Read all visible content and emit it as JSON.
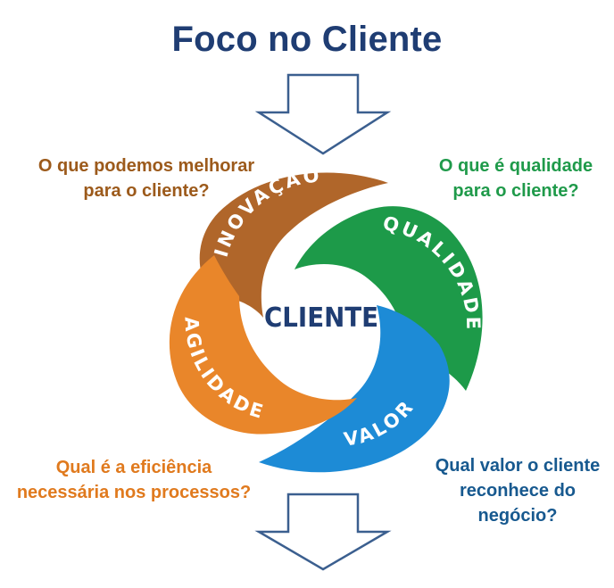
{
  "title": "Foco no Cliente",
  "center": "CLIENTE",
  "segments": {
    "inovacao": {
      "label": "INOVAÇÃO",
      "color": "#b0662a"
    },
    "qualidade": {
      "label": "QUALIDADE",
      "color": "#1d9a49"
    },
    "valor": {
      "label": "VALOR",
      "color": "#1d8bd6"
    },
    "agilidade": {
      "label": "AGILIDADE",
      "color": "#e9862a"
    }
  },
  "questions": {
    "top_left": {
      "line1": "O que podemos melhorar",
      "line2": "para o cliente?"
    },
    "top_right": {
      "line1": "O que é qualidade",
      "line2": "para o cliente?"
    },
    "bottom_left": {
      "line1": "Qual é a eficiência",
      "line2": "necessária nos processos?"
    },
    "bottom_right": {
      "line1": "Qual valor o cliente",
      "line2": "reconhece do",
      "line3": "negócio?"
    }
  },
  "colors": {
    "title": "#1f3d73",
    "arrow_stroke": "#3b5f8f"
  }
}
